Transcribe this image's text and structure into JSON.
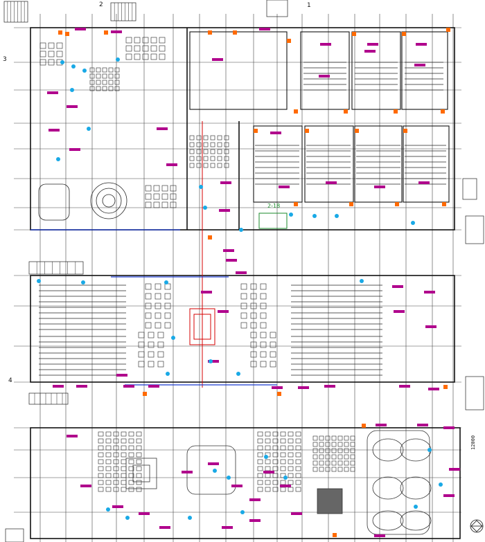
{
  "drawing": {
    "axis_labels": [
      "1",
      "2",
      "3",
      "4"
    ],
    "green_tag": "2-18",
    "dimension_text": "12000"
  },
  "colors": {
    "line": "#111111",
    "grid": "#444444",
    "accent_magenta": "#b0008c",
    "accent_orange": "#ff6a00",
    "accent_cyan": "#19a9e6",
    "accent_green": "#1a8a2a",
    "accent_red": "#d40000",
    "accent_blue": "#1b3bd1"
  },
  "legend_icons": [
    "stair-icon",
    "column-icon",
    "door-icon",
    "tag-icon"
  ]
}
